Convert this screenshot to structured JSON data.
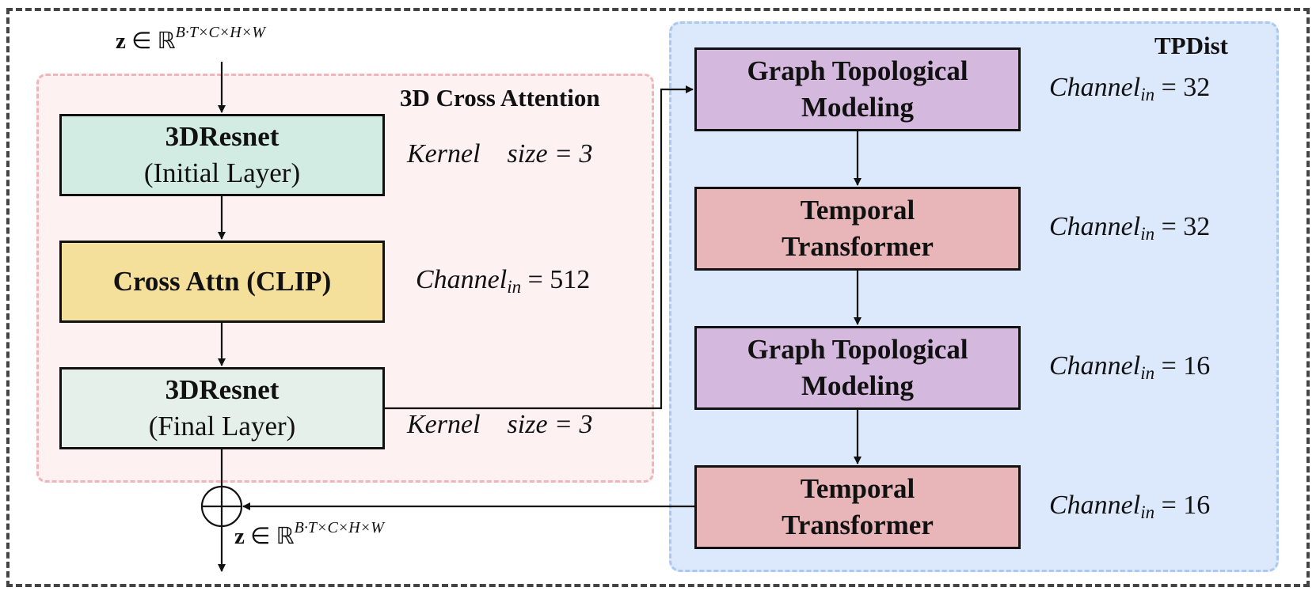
{
  "regions": {
    "cross_attention_title": "3D Cross Attention",
    "tpdist_title": "TPDist"
  },
  "io": {
    "input_z": "z",
    "input_in": "∈ ℝ",
    "input_sup": "B·T×C×H×W",
    "output_z": "z",
    "output_in": "∈ ℝ",
    "output_sup": "B·T×C×H×W"
  },
  "left_blocks": [
    {
      "title": "3DResnet",
      "subtitle": "(Initial Layer)",
      "param_name": "Kernel",
      "param_sub": "",
      "param_rest": "size = 3"
    },
    {
      "title": "Cross Attn (CLIP)",
      "param_name": "Channel",
      "param_sub": "in",
      "param_rest": "= 512"
    },
    {
      "title": "3DResnet",
      "subtitle": "(Final Layer)",
      "param_name": "Kernel",
      "param_sub": "",
      "param_rest": "size = 3"
    }
  ],
  "right_blocks": [
    {
      "line1": "Graph Topological",
      "line2": "Modeling",
      "param_name": "Channel",
      "param_sub": "in",
      "param_rest": "= 32"
    },
    {
      "line1": "Temporal",
      "line2": "Transformer",
      "param_name": "Channel",
      "param_sub": "in",
      "param_rest": "= 32"
    },
    {
      "line1": "Graph Topological",
      "line2": "Modeling",
      "param_name": "Channel",
      "param_sub": "in",
      "param_rest": "= 16"
    },
    {
      "line1": "Temporal",
      "line2": "Transformer",
      "param_name": "Channel",
      "param_sub": "in",
      "param_rest": "= 16"
    }
  ],
  "colors": {
    "initial_resnet": "#d2ece4",
    "cross_attn": "#f4e09a",
    "final_resnet": "#e6f0ea",
    "graph_topological": "#d4b8de",
    "temporal_transformer": "#e8b6b9",
    "left_region": "#fdf1f1",
    "right_region": "#dce8fb"
  }
}
